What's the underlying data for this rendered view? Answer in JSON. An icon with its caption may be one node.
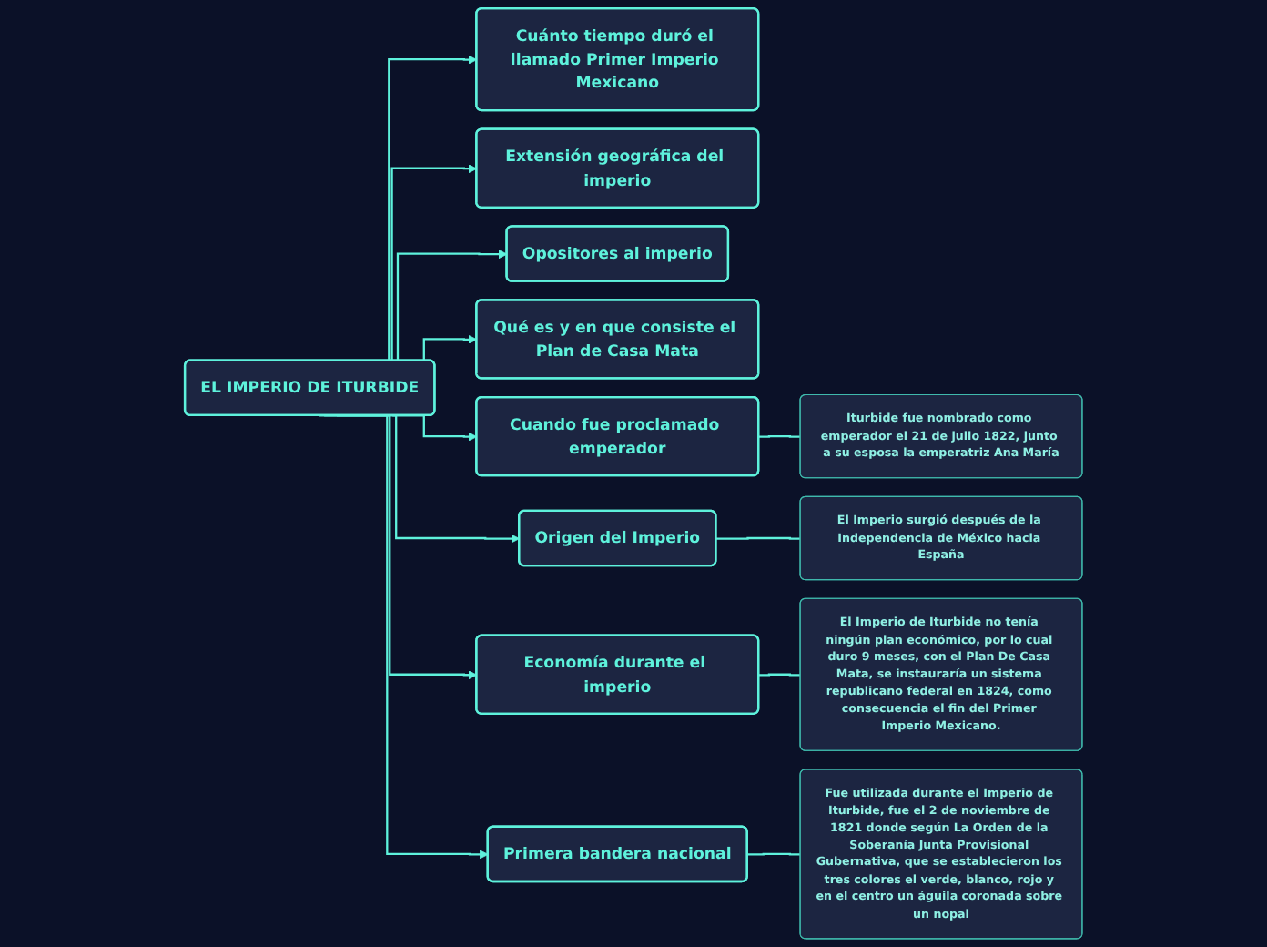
{
  "diagram": {
    "nodes": [
      {
        "text": [
          "EL IMPERIO DE ITURBIDE"
        ]
      },
      {
        "text": [
          "Cuánto tiempo duró el llamado Primer Imperio Mexicano"
        ]
      },
      {
        "text": [
          "Extensión geográfica del imperio"
        ]
      },
      {
        "text": [
          "Opositores al imperio"
        ]
      },
      {
        "text": [
          "Qué es y en que consiste el Plan de Casa Mata"
        ]
      },
      {
        "text": [
          "Cuando fue proclamado emperador"
        ]
      },
      {
        "text": [
          "Iturbide fue nombrado como emperador el 21 de julio 1822, junto a su esposa la emperatriz Ana María"
        ]
      },
      {
        "text": [
          "Origen del Imperio"
        ]
      },
      {
        "text": [
          "El Imperio surgió después de la Independencia de México hacia España"
        ]
      },
      {
        "text": [
          "Economía durante el imperio"
        ]
      },
      {
        "text": [
          "El Imperio de Iturbide no tenía ningún plan económico, por lo cual duro 9 meses, con el Plan De Casa Mata, se instauraría un sistema republicano federal en 1824, como consecuencia el fin del Primer Imperio Mexicano."
        ]
      },
      {
        "text": [
          "Primera bandera nacional"
        ]
      },
      {
        "text": [
          "Fue utilizada durante el Imperio de Iturbide, fue el 2 de noviembre de 1821 donde según La Orden de la Soberanía Junta Provisional Gubernativa, que se establecieron los tres colores el verde, blanco, rojo y en el centro un águila coronada sobre un nopal"
        ]
      }
    ],
    "edges": [
      {
        "from": 0,
        "to": 1,
        "arrow": "to"
      },
      {
        "from": 0,
        "to": 2,
        "arrow": "to"
      },
      {
        "from": 0,
        "to": 3,
        "arrow": "to"
      },
      {
        "from": 0,
        "to": 4,
        "arrow": "to"
      },
      {
        "from": 0,
        "to": 5,
        "arrow": "to"
      },
      {
        "from": 5,
        "to": 6,
        "arrow": "none"
      },
      {
        "from": 0,
        "to": 7,
        "arrow": "to"
      },
      {
        "from": 7,
        "to": 8,
        "arrow": "none"
      },
      {
        "from": 0,
        "to": 9,
        "arrow": "to"
      },
      {
        "from": 9,
        "to": 10,
        "arrow": "none"
      },
      {
        "from": 0,
        "to": 11,
        "arrow": "to"
      },
      {
        "from": 11,
        "to": 12,
        "arrow": "none"
      }
    ]
  }
}
